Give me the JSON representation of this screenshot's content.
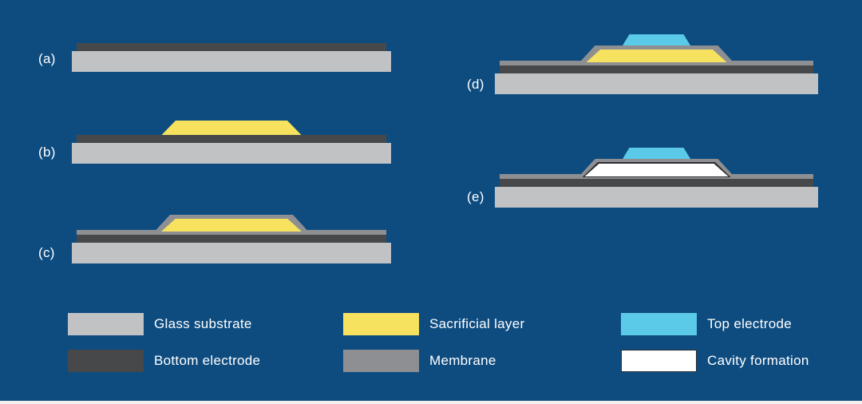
{
  "colors": {
    "background": "#0e4c80",
    "glass_substrate": "#c1c2c4",
    "bottom_electrode": "#474849",
    "sacrificial_layer": "#f6e25f",
    "membrane": "#8d8f92",
    "top_electrode": "#5bc9e8",
    "cavity": "#ffffff",
    "text": "#ffffff"
  },
  "steps": [
    {
      "label": "(a)"
    },
    {
      "label": "(b)"
    },
    {
      "label": "(c)"
    },
    {
      "label": "(d)"
    },
    {
      "label": "(e)"
    }
  ],
  "legend": {
    "items": [
      {
        "label": "Glass substrate"
      },
      {
        "label": "Bottom electrode"
      },
      {
        "label": "Sacrificial layer"
      },
      {
        "label": "Membrane"
      },
      {
        "label": "Top electrode"
      },
      {
        "label": "Cavity formation"
      }
    ]
  }
}
